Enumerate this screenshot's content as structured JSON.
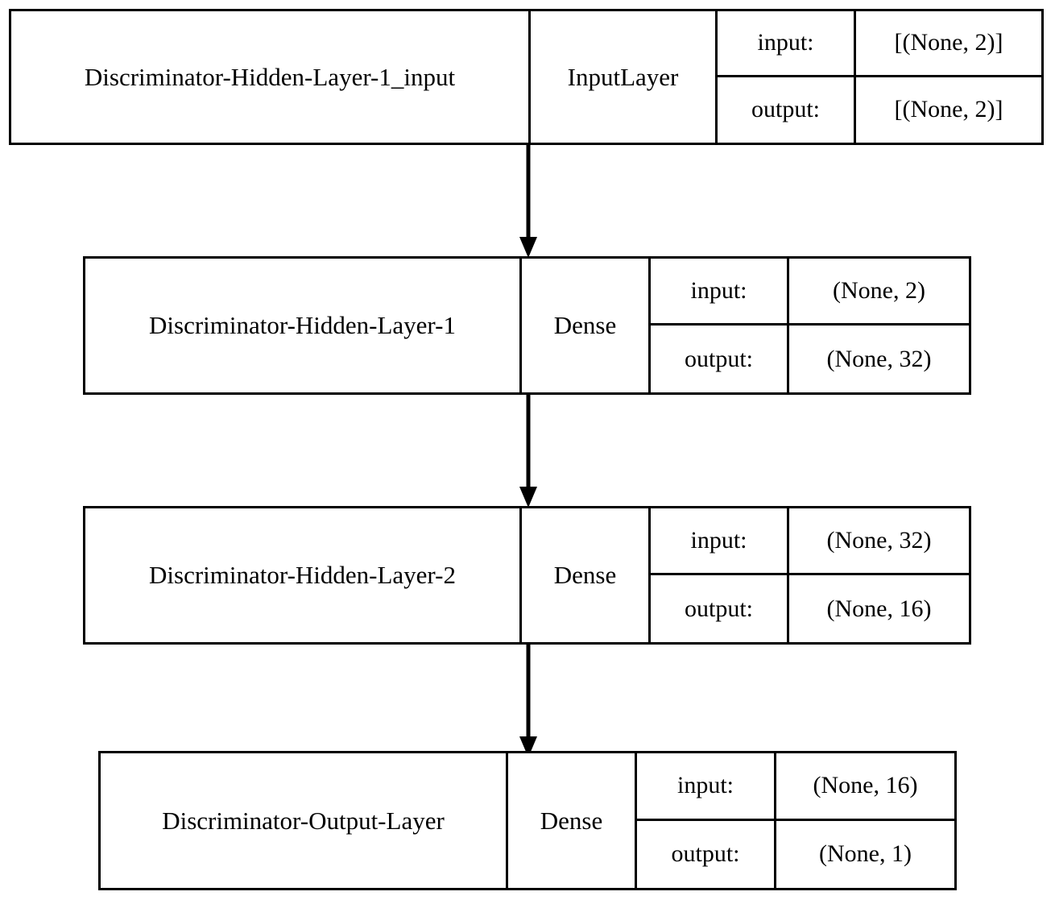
{
  "diagram": {
    "kind": "keras-model-plot",
    "background_color": "#ffffff",
    "line_color": "#000000",
    "io_labels": {
      "input": "input:",
      "output": "output:"
    },
    "nodes": [
      {
        "id": "discriminator-hidden-layer-1-input",
        "name": "Discriminator-Hidden-Layer-1_input",
        "type": "InputLayer",
        "input_shape": "[(None, 2)]",
        "output_shape": "[(None, 2)]"
      },
      {
        "id": "discriminator-hidden-layer-1",
        "name": "Discriminator-Hidden-Layer-1",
        "type": "Dense",
        "input_shape": "(None, 2)",
        "output_shape": "(None, 32)"
      },
      {
        "id": "discriminator-hidden-layer-2",
        "name": "Discriminator-Hidden-Layer-2",
        "type": "Dense",
        "input_shape": "(None, 32)",
        "output_shape": "(None, 16)"
      },
      {
        "id": "discriminator-output-layer",
        "name": "Discriminator-Output-Layer",
        "type": "Dense",
        "input_shape": "(None, 16)",
        "output_shape": "(None, 1)"
      }
    ],
    "edges": [
      {
        "from": "discriminator-hidden-layer-1-input",
        "to": "discriminator-hidden-layer-1"
      },
      {
        "from": "discriminator-hidden-layer-1",
        "to": "discriminator-hidden-layer-2"
      },
      {
        "from": "discriminator-hidden-layer-2",
        "to": "discriminator-output-layer"
      }
    ]
  }
}
